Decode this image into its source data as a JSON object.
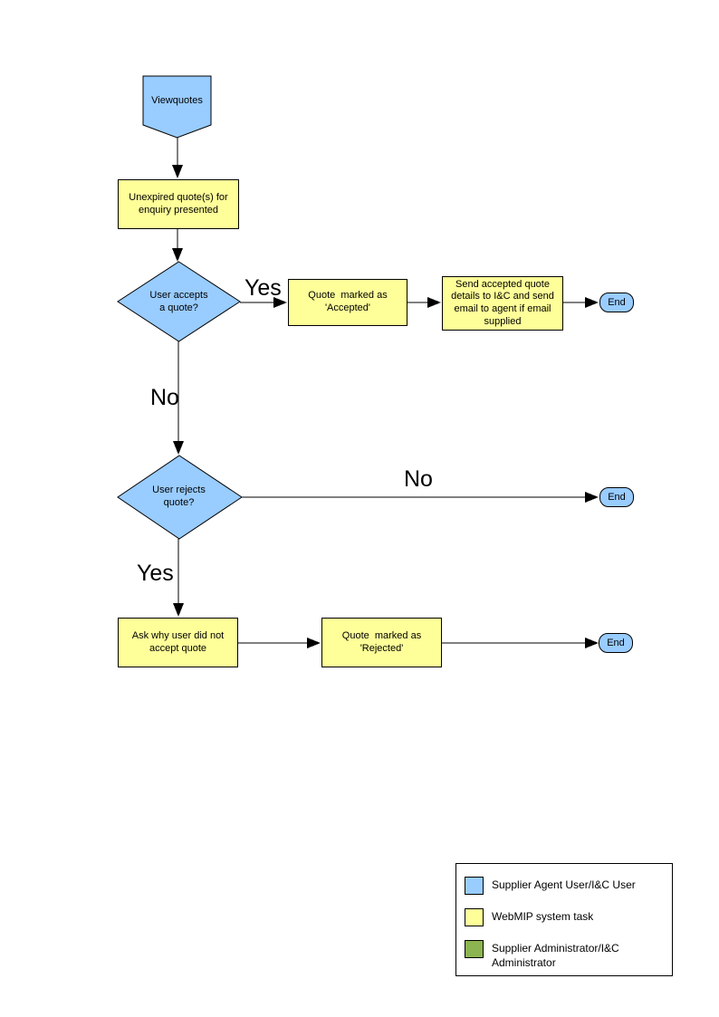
{
  "colors": {
    "actor_user": "#99CCFF",
    "system_task": "#FFFF99",
    "admin": "#8CB450",
    "line": "#000000"
  },
  "nodes": {
    "start": {
      "label": "Viewquotes"
    },
    "presented": {
      "label": "Unexpired quote(s) for\nenquiry presented"
    },
    "accept_decision": {
      "label": "User accepts\na quote?"
    },
    "marked_accepted": {
      "label": "Quote  marked as\n'Accepted'"
    },
    "send_details": {
      "label": "Send accepted quote\ndetails to I&C and send\nemail to agent if email\nsupplied"
    },
    "end_accepted": {
      "label": "End"
    },
    "reject_decision": {
      "label": "User rejects\nquote?"
    },
    "end_not_rejected": {
      "label": "End"
    },
    "ask_reason": {
      "label": "Ask why user did not\naccept quote"
    },
    "marked_rejected": {
      "label": "Quote  marked as\n'Rejected'"
    },
    "end_rejected": {
      "label": "End"
    }
  },
  "edges": {
    "accept_yes": "Yes",
    "accept_no": "No",
    "reject_no": "No",
    "reject_yes": "Yes"
  },
  "legend": {
    "items": [
      {
        "color": "#99CCFF",
        "label": "Supplier Agent User/I&C User"
      },
      {
        "color": "#FFFF99",
        "label": "WebMIP system task"
      },
      {
        "color": "#8CB450",
        "label": "Supplier Administrator/I&C\nAdministrator"
      }
    ]
  }
}
